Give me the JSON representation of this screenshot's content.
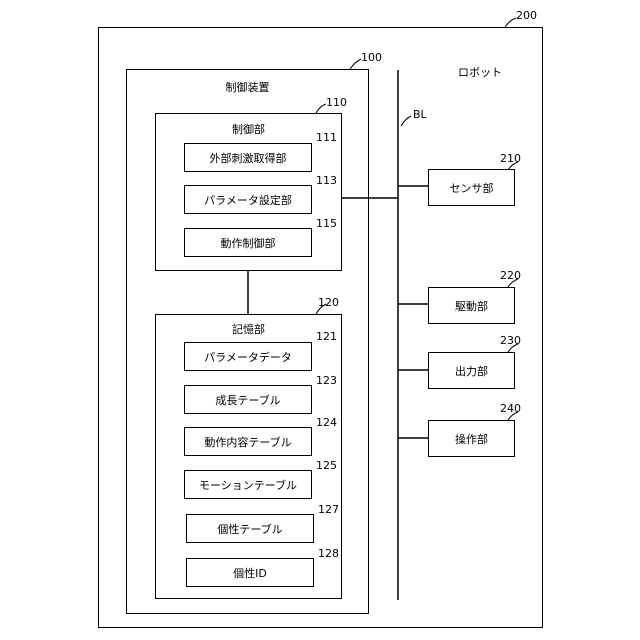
{
  "robot": {
    "ref": "200",
    "label": "ロボット"
  },
  "control_device": {
    "ref": "100",
    "title": "制御装置"
  },
  "control_unit": {
    "ref": "110",
    "title": "制御部",
    "items": [
      {
        "ref": "111",
        "label": "外部刺激取得部"
      },
      {
        "ref": "113",
        "label": "パラメータ設定部"
      },
      {
        "ref": "115",
        "label": "動作制御部"
      }
    ]
  },
  "storage_unit": {
    "ref": "120",
    "title": "記憶部",
    "items": [
      {
        "ref": "121",
        "label": "パラメータデータ"
      },
      {
        "ref": "123",
        "label": "成長テーブル"
      },
      {
        "ref": "124",
        "label": "動作内容テーブル"
      },
      {
        "ref": "125",
        "label": "モーションテーブル"
      },
      {
        "ref": "127",
        "label": "個性テーブル"
      },
      {
        "ref": "128",
        "label": "個性ID"
      }
    ]
  },
  "bus": {
    "ref": "BL"
  },
  "peripherals": [
    {
      "ref": "210",
      "label": "センサ部"
    },
    {
      "ref": "220",
      "label": "駆動部"
    },
    {
      "ref": "230",
      "label": "出力部"
    },
    {
      "ref": "240",
      "label": "操作部"
    }
  ]
}
